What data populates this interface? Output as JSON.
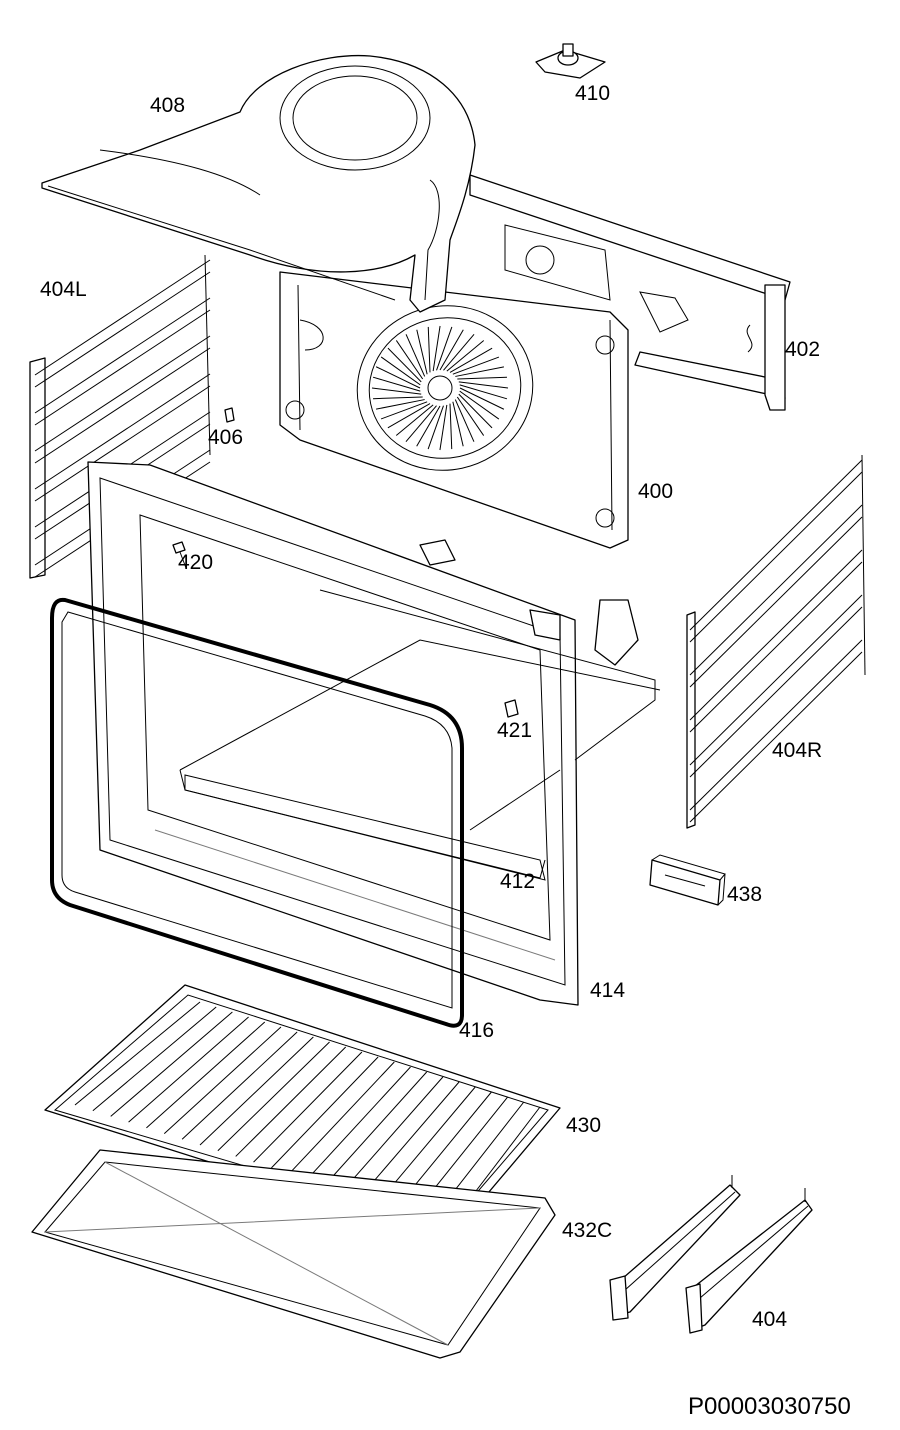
{
  "labels": {
    "p400": "400",
    "p402": "402",
    "p404": "404",
    "p404L": "404L",
    "p404R": "404R",
    "p406": "406",
    "p408": "408",
    "p410": "410",
    "p412": "412",
    "p414": "414",
    "p416": "416",
    "p420": "420",
    "p421": "421",
    "p430": "430",
    "p432C": "432C",
    "p438": "438"
  },
  "drawing_code": "P00003030750",
  "colors": {
    "line": "#000000",
    "background": "#ffffff",
    "hidden_line": "#7a7a7a"
  }
}
